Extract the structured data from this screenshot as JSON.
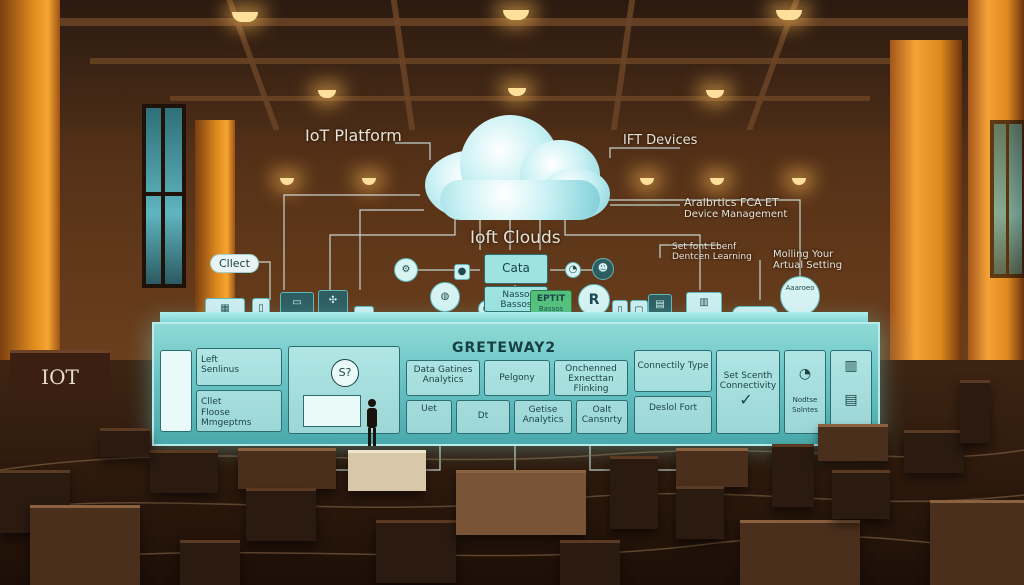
{
  "title": "Ioft Clouds",
  "labels": {
    "iot_platform": "IoT Platform",
    "ift_devices": "IFT Devices",
    "analytics": "Aralbrtics FCA ET",
    "device_management": "Device Management",
    "set_font": "Set font Ebenf",
    "devices_learning": "Dentcen Learning",
    "molling": "Molling Your",
    "artual_setting": "Artual Setting",
    "cllect": "Cllect",
    "iot_sign": "IOT"
  },
  "nodes": {
    "cata": "Cata",
    "nasso": "Nasso",
    "nasso2": "Bassos",
    "eptit": "EPTIT",
    "eptit_sub": "Bassos",
    "device_tag": "Aaaroeo"
  },
  "gateway": {
    "title": "GRETEWAY2",
    "left_top": "Left Senlinus",
    "left_bottom1": "Cllet",
    "left_bottom2": "Floose Mmgeptms",
    "db_label": "S?",
    "data_analytics": "Data Gatines Analytics",
    "pelgony": "Pelgony",
    "onchenned": "Onchenned Exnecttan Flinking",
    "uct": "Uet",
    "dt": "Dt",
    "getise": "Getise Analytics",
    "oalt": "Oalt Cansnrty",
    "connectily": "Connectily Type",
    "set_scenth": "Set Scenth Connectivity",
    "deslol": "Deslol Fort",
    "right_small1": "Nodtse",
    "right_small2": "Solntes"
  },
  "colors": {
    "accent_teal": "#6cc6c6",
    "cloud": "#c9f1f4",
    "warm_light": "#f6a531"
  }
}
